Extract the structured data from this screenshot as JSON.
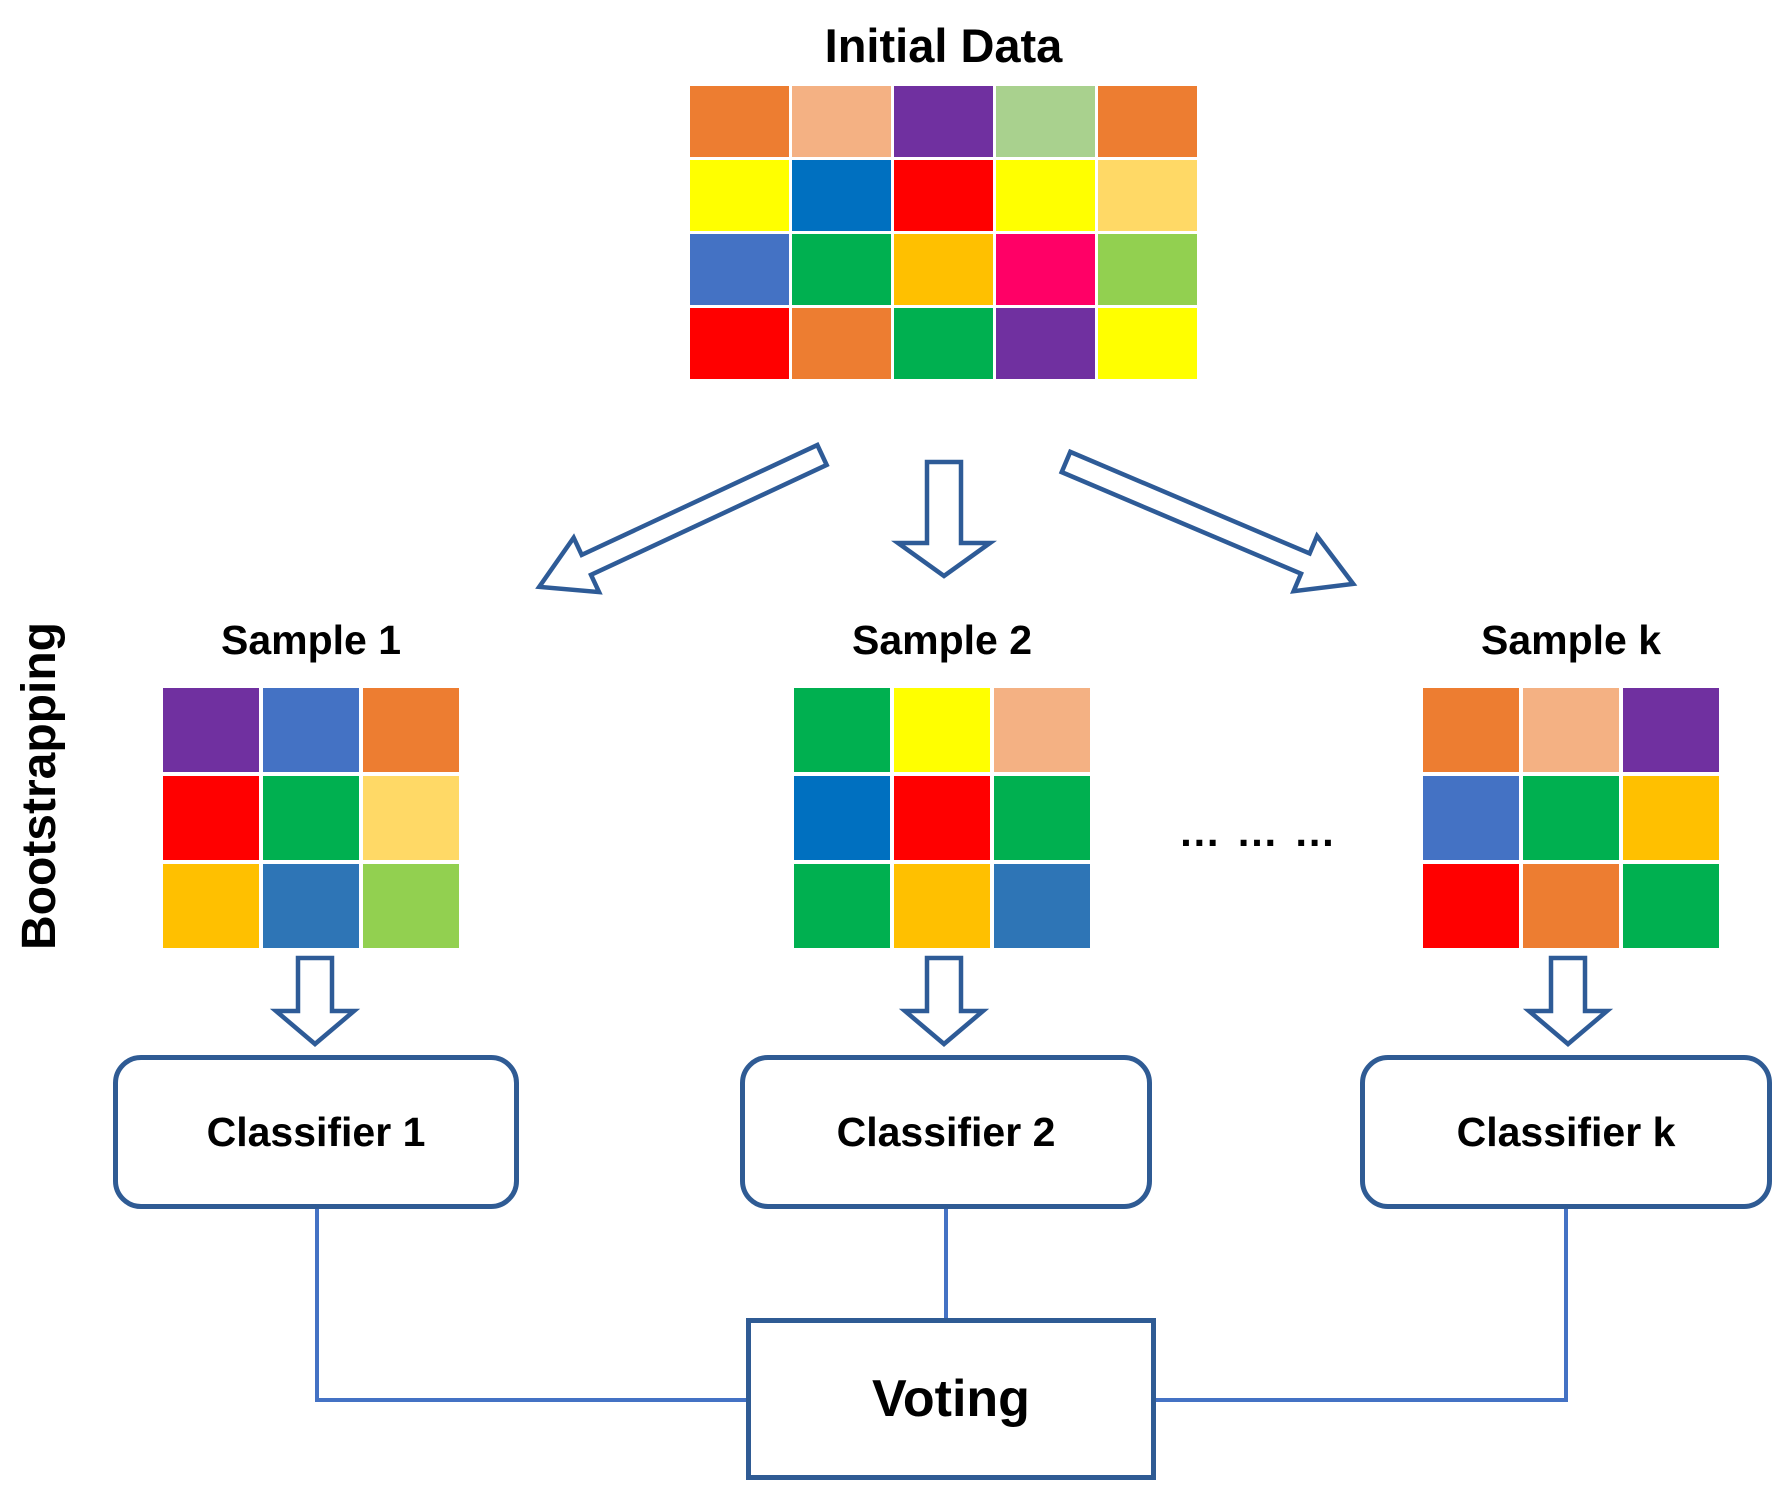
{
  "initial_data": {
    "label": "Initial Data",
    "cells": [
      [
        "#ED7D31",
        "#F4B183",
        "#7030A0",
        "#A9D18E",
        "#ED7D31"
      ],
      [
        "#FFFF00",
        "#0070C0",
        "#FF0000",
        "#FFFF00",
        "#FFD966"
      ],
      [
        "#4472C4",
        "#00B050",
        "#FFC000",
        "#FF0066",
        "#92D050"
      ],
      [
        "#FF0000",
        "#ED7D31",
        "#00B050",
        "#7030A0",
        "#FFFF00"
      ]
    ]
  },
  "bootstrapping_label": "Bootstrapping",
  "ellipsis": "… … …",
  "samples": [
    {
      "label": "Sample 1",
      "cells": [
        [
          "#7030A0",
          "#4472C4",
          "#ED7D31"
        ],
        [
          "#FF0000",
          "#00B050",
          "#FFD966"
        ],
        [
          "#FFC000",
          "#2E75B6",
          "#92D050"
        ]
      ]
    },
    {
      "label": "Sample 2",
      "cells": [
        [
          "#00B050",
          "#FFFF00",
          "#F4B183"
        ],
        [
          "#0070C0",
          "#FF0000",
          "#00B050"
        ],
        [
          "#00B050",
          "#FFC000",
          "#2E75B6"
        ]
      ]
    },
    {
      "label": "Sample k",
      "cells": [
        [
          "#ED7D31",
          "#F4B183",
          "#7030A0"
        ],
        [
          "#4472C4",
          "#00B050",
          "#FFC000"
        ],
        [
          "#FF0000",
          "#ED7D31",
          "#00B050"
        ]
      ]
    }
  ],
  "classifiers": [
    {
      "label": "Classifier 1"
    },
    {
      "label": "Classifier 2"
    },
    {
      "label": "Classifier k"
    }
  ],
  "voting": {
    "label": "Voting"
  },
  "colors": {
    "arrow_outline": "#2E5B97",
    "connector_line": "#4472C4",
    "box_border": "#2F5B94",
    "text": "#000000"
  }
}
